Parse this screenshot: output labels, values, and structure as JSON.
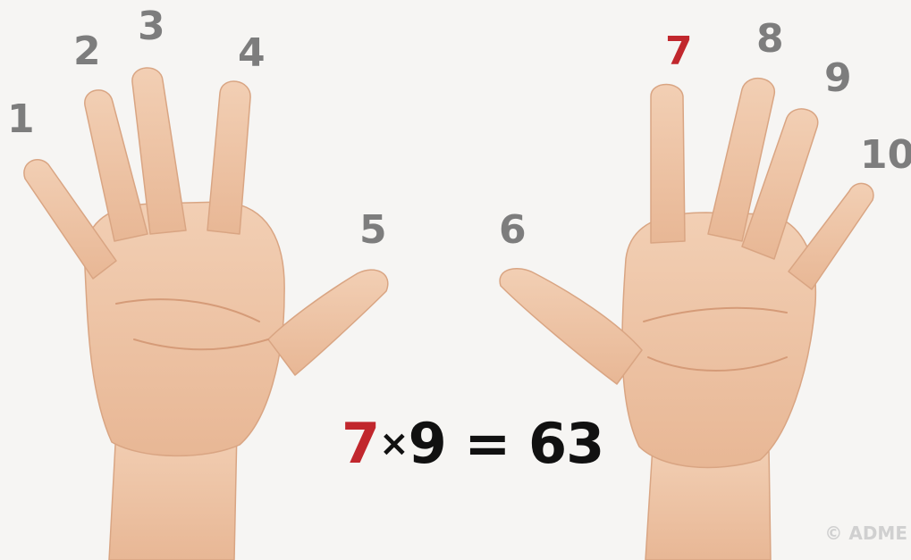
{
  "finger_numbers": {
    "n1": "1",
    "n2": "2",
    "n3": "3",
    "n4": "4",
    "n5": "5",
    "n6": "6",
    "n7": "7",
    "n8": "8",
    "n9": "9",
    "n10": "10"
  },
  "equation": {
    "factor_a": "7",
    "times_sign": "×",
    "factor_b": "9",
    "equals_sign": "=",
    "product": "63"
  },
  "watermark": "© ADME",
  "colors": {
    "background": "#f6f5f3",
    "skin": "#eec3a4",
    "label_gray": "#7d7d7d",
    "highlight_red": "#c1272d",
    "equation_black": "#111111"
  }
}
